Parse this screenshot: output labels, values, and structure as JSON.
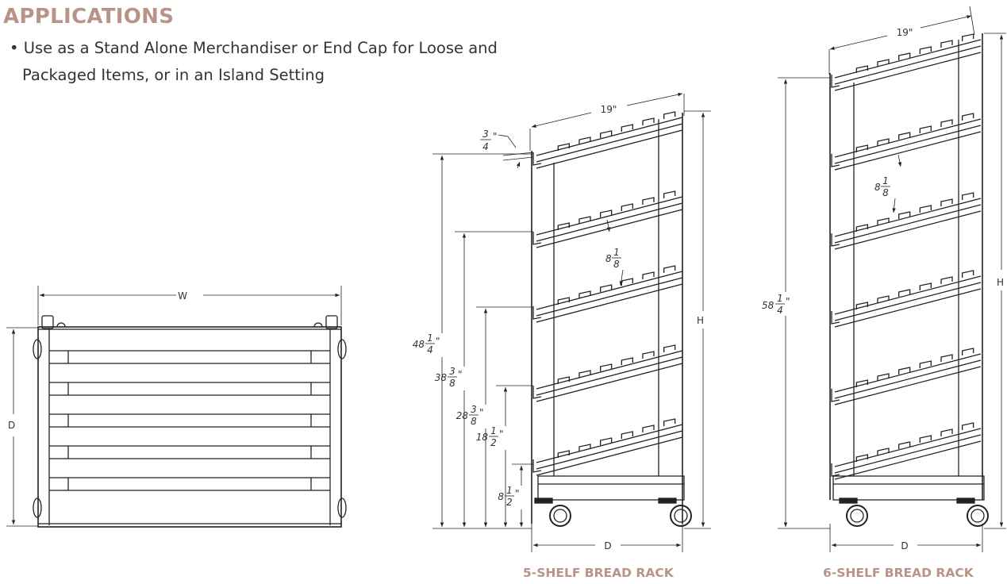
{
  "heading": "APPLICATIONS",
  "bullets": [
    "Use as a Stand Alone Merchandiser or End Cap for Loose and Packaged Items, or in an Island Setting"
  ],
  "top_view": {
    "width_label": "W",
    "depth_label": "D"
  },
  "rack5": {
    "caption": "5-SHELF BREAD RACK",
    "top_label": "19\"",
    "lip_num": "3",
    "lip_den": "4",
    "spacing_whole": "8",
    "spacing_num": "1",
    "spacing_den": "8",
    "height_label": "H",
    "depth_label": "D",
    "shelf_heights": [
      {
        "whole": "48",
        "num": "1",
        "den": "4"
      },
      {
        "whole": "38",
        "num": "3",
        "den": "8"
      },
      {
        "whole": "28",
        "num": "3",
        "den": "8"
      },
      {
        "whole": "18",
        "num": "1",
        "den": "2"
      },
      {
        "whole": "8",
        "num": "1",
        "den": "2"
      }
    ]
  },
  "rack6": {
    "caption": "6-SHELF BREAD RACK",
    "top_label": "19\"",
    "spacing_whole": "8",
    "spacing_num": "1",
    "spacing_den": "8",
    "height_label": "H",
    "depth_label": "D",
    "top_height": {
      "whole": "58",
      "num": "1",
      "den": "4"
    }
  }
}
